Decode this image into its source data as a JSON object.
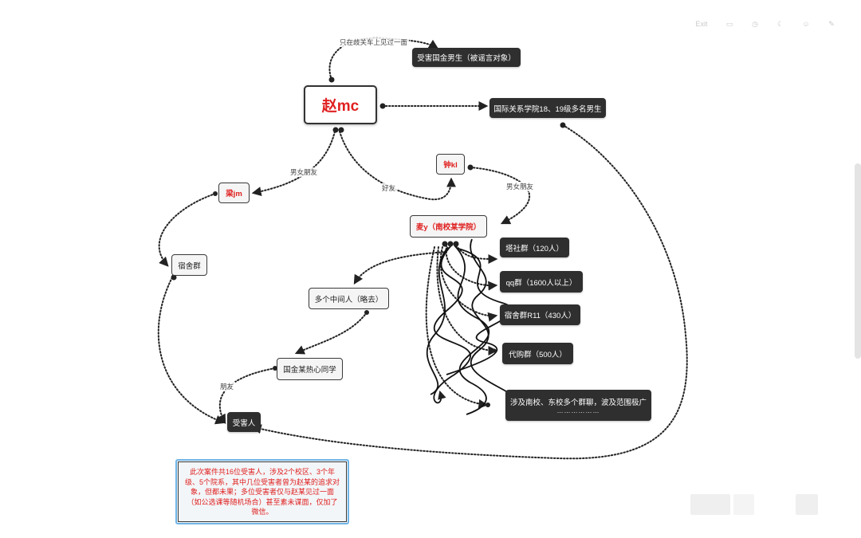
{
  "toolbar": {
    "exit_label": "Exit"
  },
  "root": "赵mc",
  "nodes": {
    "victim_target": "受害国金男生（被谣言对象）",
    "ir_students": "国际关系学院18、19级多名男生",
    "zhong": "钟kl",
    "liang": "梁jm",
    "mai": "麦y（南校某学院）",
    "dorm_group": "宿舍群",
    "tashe": "塔社群（120人）",
    "qq": "qq群（1600人以上）",
    "dorm_r11": "宿舍群R11（430人）",
    "daigou": "代购群（500人）",
    "middlemen": "多个中间人（略去）",
    "helper": "国金某热心同学",
    "victims": "受害人",
    "spread": "涉及南校、东校多个群聊，波及范围极广",
    "spread_dots": "………………"
  },
  "edges": {
    "bus": "只在歧关车上见过一面",
    "couple1": "男女朋友",
    "friend": "好友",
    "couple2": "男女朋友",
    "friend2": "朋友"
  },
  "note": "此次案件共16位受害人，涉及2个校区、3个年级、5个院系，其中几位受害者曾为赵某的追求对象，但都未果；多位受害者仅与赵某见过一面（如公选课等随机场合）甚至素未谋面，仅加了微信。"
}
